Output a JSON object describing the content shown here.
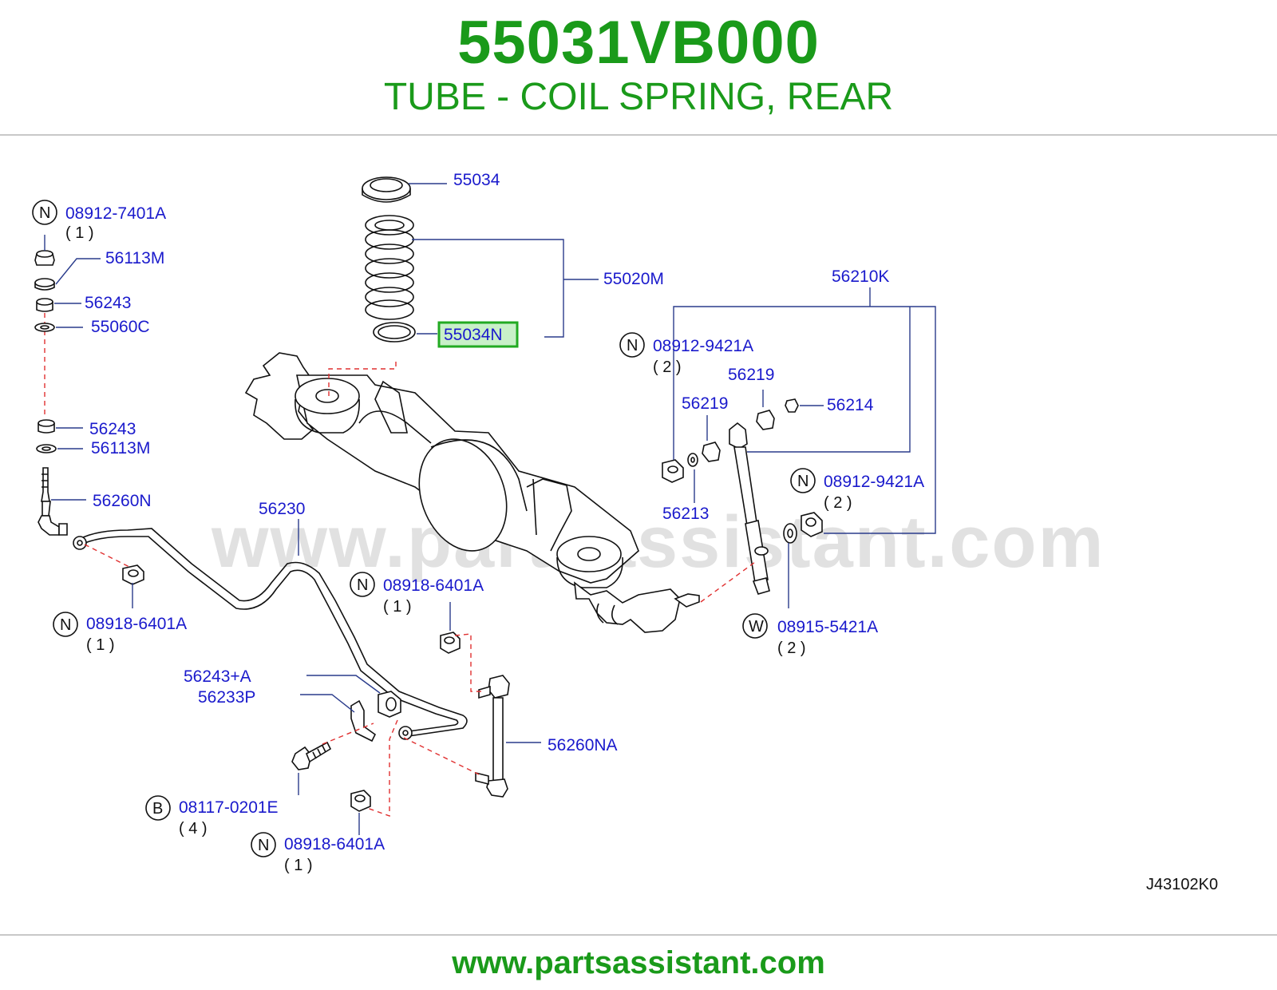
{
  "header": {
    "part_number": "55031VB000",
    "part_name": "TUBE - COIL SPRING, REAR"
  },
  "footer": {
    "url": "www.partsassistant.com"
  },
  "watermark": "www.partsassistant.com",
  "drawing_id": "J43102K0",
  "colors": {
    "title_green": "#1a9a1a",
    "label_blue": "#1a1acc",
    "highlight_green": "#22aa22",
    "dash_red": "#e03030"
  },
  "highlighted_part": "55034N",
  "labels": {
    "p55034": "55034",
    "p55020M": "55020M",
    "p55034N": "55034N",
    "p56210K": "56210K",
    "p08912_9421A_a": "08912-9421A",
    "p08912_9421A_a_qty": "( 2 )",
    "p56219_a": "56219",
    "p56219_b": "56219",
    "p56214": "56214",
    "p56213": "56213",
    "p08912_9421A_b": "08912-9421A",
    "p08912_9421A_b_qty": "( 2 )",
    "p08915_5421A": "08915-5421A",
    "p08915_5421A_qty": "( 2 )",
    "p08912_7401A": "08912-7401A",
    "p08912_7401A_qty": "( 1 )",
    "p56113M_a": "56113M",
    "p56243_a": "56243",
    "p55060C": "55060C",
    "p56243_b": "56243",
    "p56113M_b": "56113M",
    "p56260N": "56260N",
    "p56230": "56230",
    "p08918_6401A_a": "08918-6401A",
    "p08918_6401A_a_qty": "( 1 )",
    "p08918_6401A_b": "08918-6401A",
    "p08918_6401A_b_qty": "( 1 )",
    "p56243A": "56243+A",
    "p56233P": "56233P",
    "p56260NA": "56260NA",
    "p08117_0201E": "08117-0201E",
    "p08117_0201E_qty": "( 4 )",
    "p08918_6401A_c": "08918-6401A",
    "p08918_6401A_c_qty": "( 1 )"
  },
  "markers": {
    "n": "N",
    "w": "W",
    "b": "B"
  }
}
